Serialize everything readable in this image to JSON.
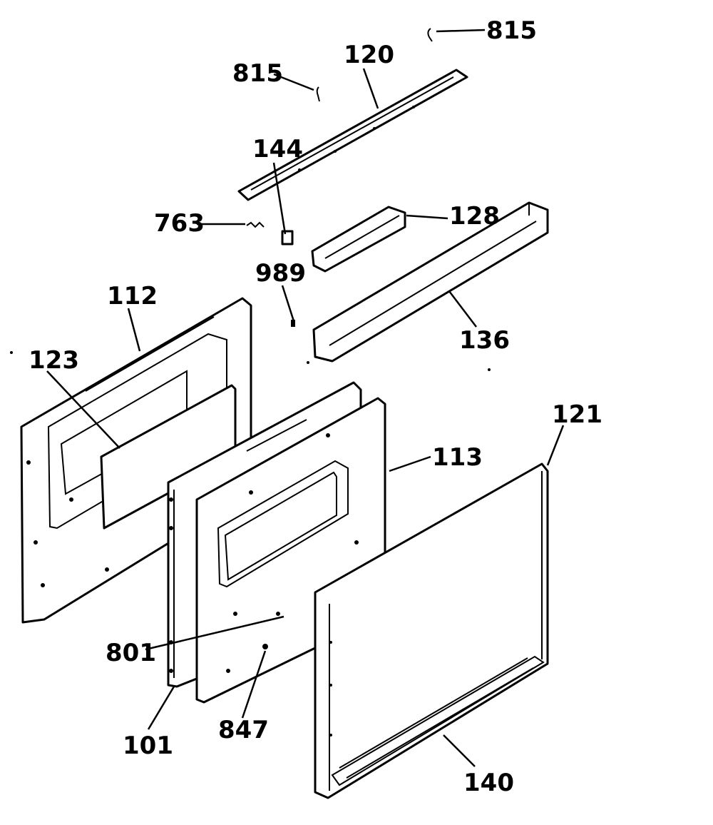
{
  "callouts": {
    "c815a": "815",
    "c815b": "815",
    "c120": "120",
    "c144": "144",
    "c763": "763",
    "c128": "128",
    "c989": "989",
    "c136": "136",
    "c112": "112",
    "c123": "123",
    "c113": "113",
    "c121": "121",
    "c801": "801",
    "c101": "101",
    "c847": "847",
    "c140": "140"
  }
}
